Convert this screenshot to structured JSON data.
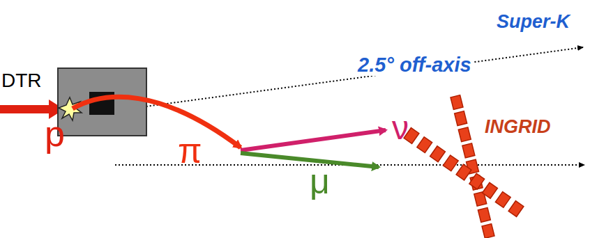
{
  "diagram": {
    "labels": [
      "Super-K",
      "2.5° off-axis",
      "DTR",
      "INGRID",
      "p",
      "π",
      "ν",
      "μ"
    ]
  }
}
